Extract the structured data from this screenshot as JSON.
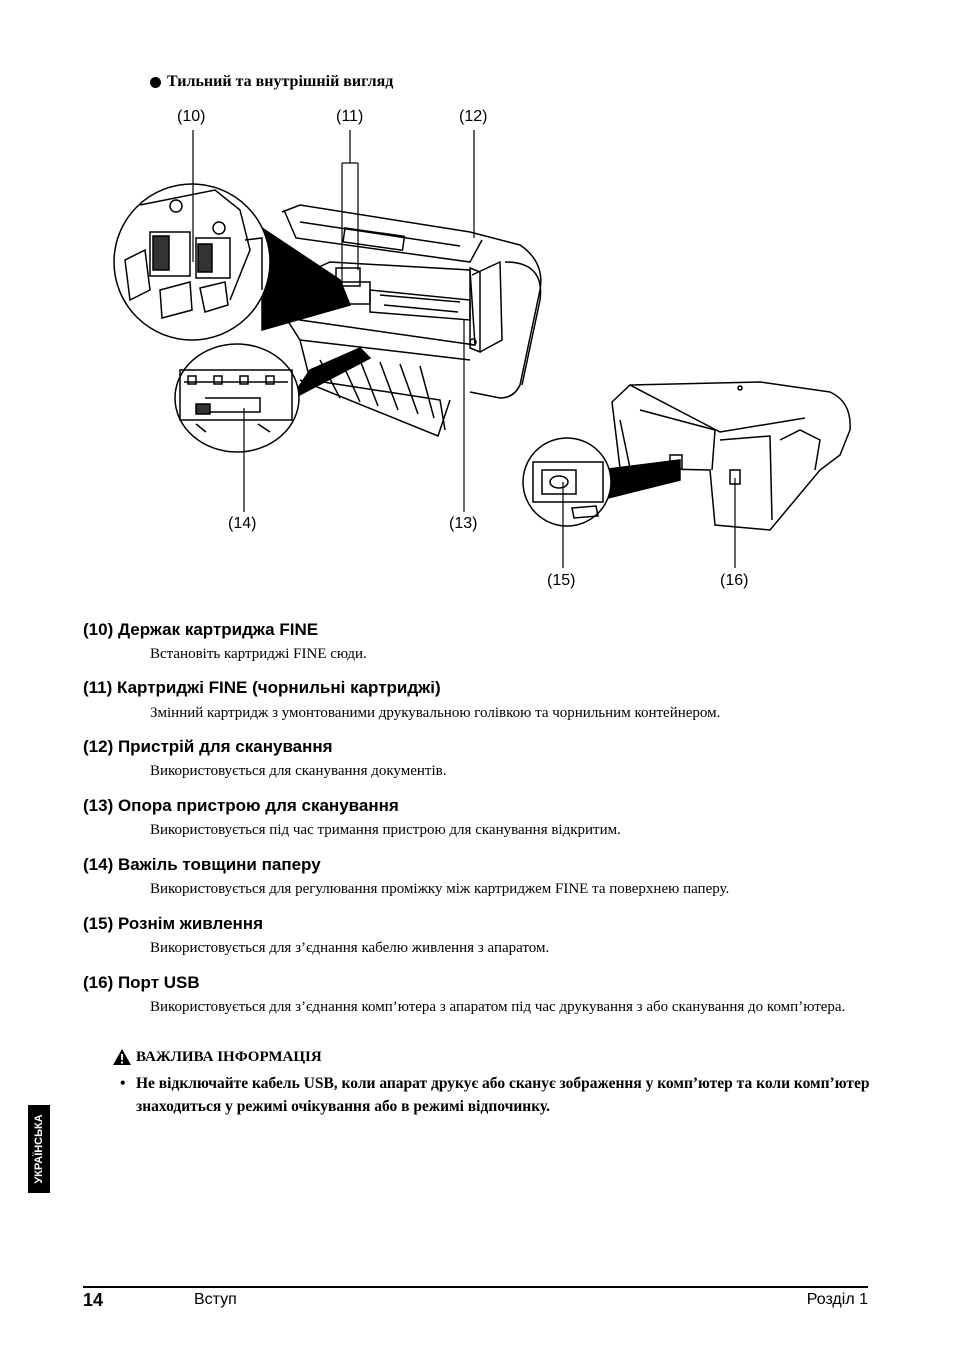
{
  "heading": "Тильний та внутрішній вигляд",
  "callouts": [
    "(10)",
    "(11)",
    "(12)",
    "(13)",
    "(14)",
    "(15)",
    "(16)"
  ],
  "items": [
    {
      "title": "(10) Держак картриджа FINE",
      "desc": "Встановіть картриджі FINE сюди."
    },
    {
      "title": "(11) Картриджі FINE (чорнильні картриджі)",
      "desc": "Змінний картридж з умонтованими друкувальною голівкою та чорнильним контейнером."
    },
    {
      "title": "(12) Пристрій для сканування",
      "desc": "Використовується для сканування документів."
    },
    {
      "title": "(13) Опора пристрою для сканування",
      "desc": "Використовується під час тримання пристрою для сканування відкритим."
    },
    {
      "title": "(14) Важіль товщини паперу",
      "desc": "Використовується для регулювання проміжку між картриджем FINE та поверхнею паперу."
    },
    {
      "title": "(15) Рознім живлення",
      "desc": "Використовується для з’єднання кабелю живлення з апаратом."
    },
    {
      "title": "(16) Порт USB",
      "desc": "Використовується для з’єднання комп’ютера з апаратом під час друкування з або сканування до комп’ютера."
    }
  ],
  "important": {
    "label": "ВАЖЛИВА ІНФОРМАЦІЯ",
    "bullet": "•",
    "text": "Не відключайте кабель USB, коли апарат друкує або сканує зображення у комп’ютер та коли комп’ютер знаходиться у режимі очікування або в режимі відпочинку."
  },
  "side_tab": "УКРАЇНСЬКА",
  "footer": {
    "page": "14",
    "chapter": "Вступ",
    "section": "Розділ 1"
  }
}
